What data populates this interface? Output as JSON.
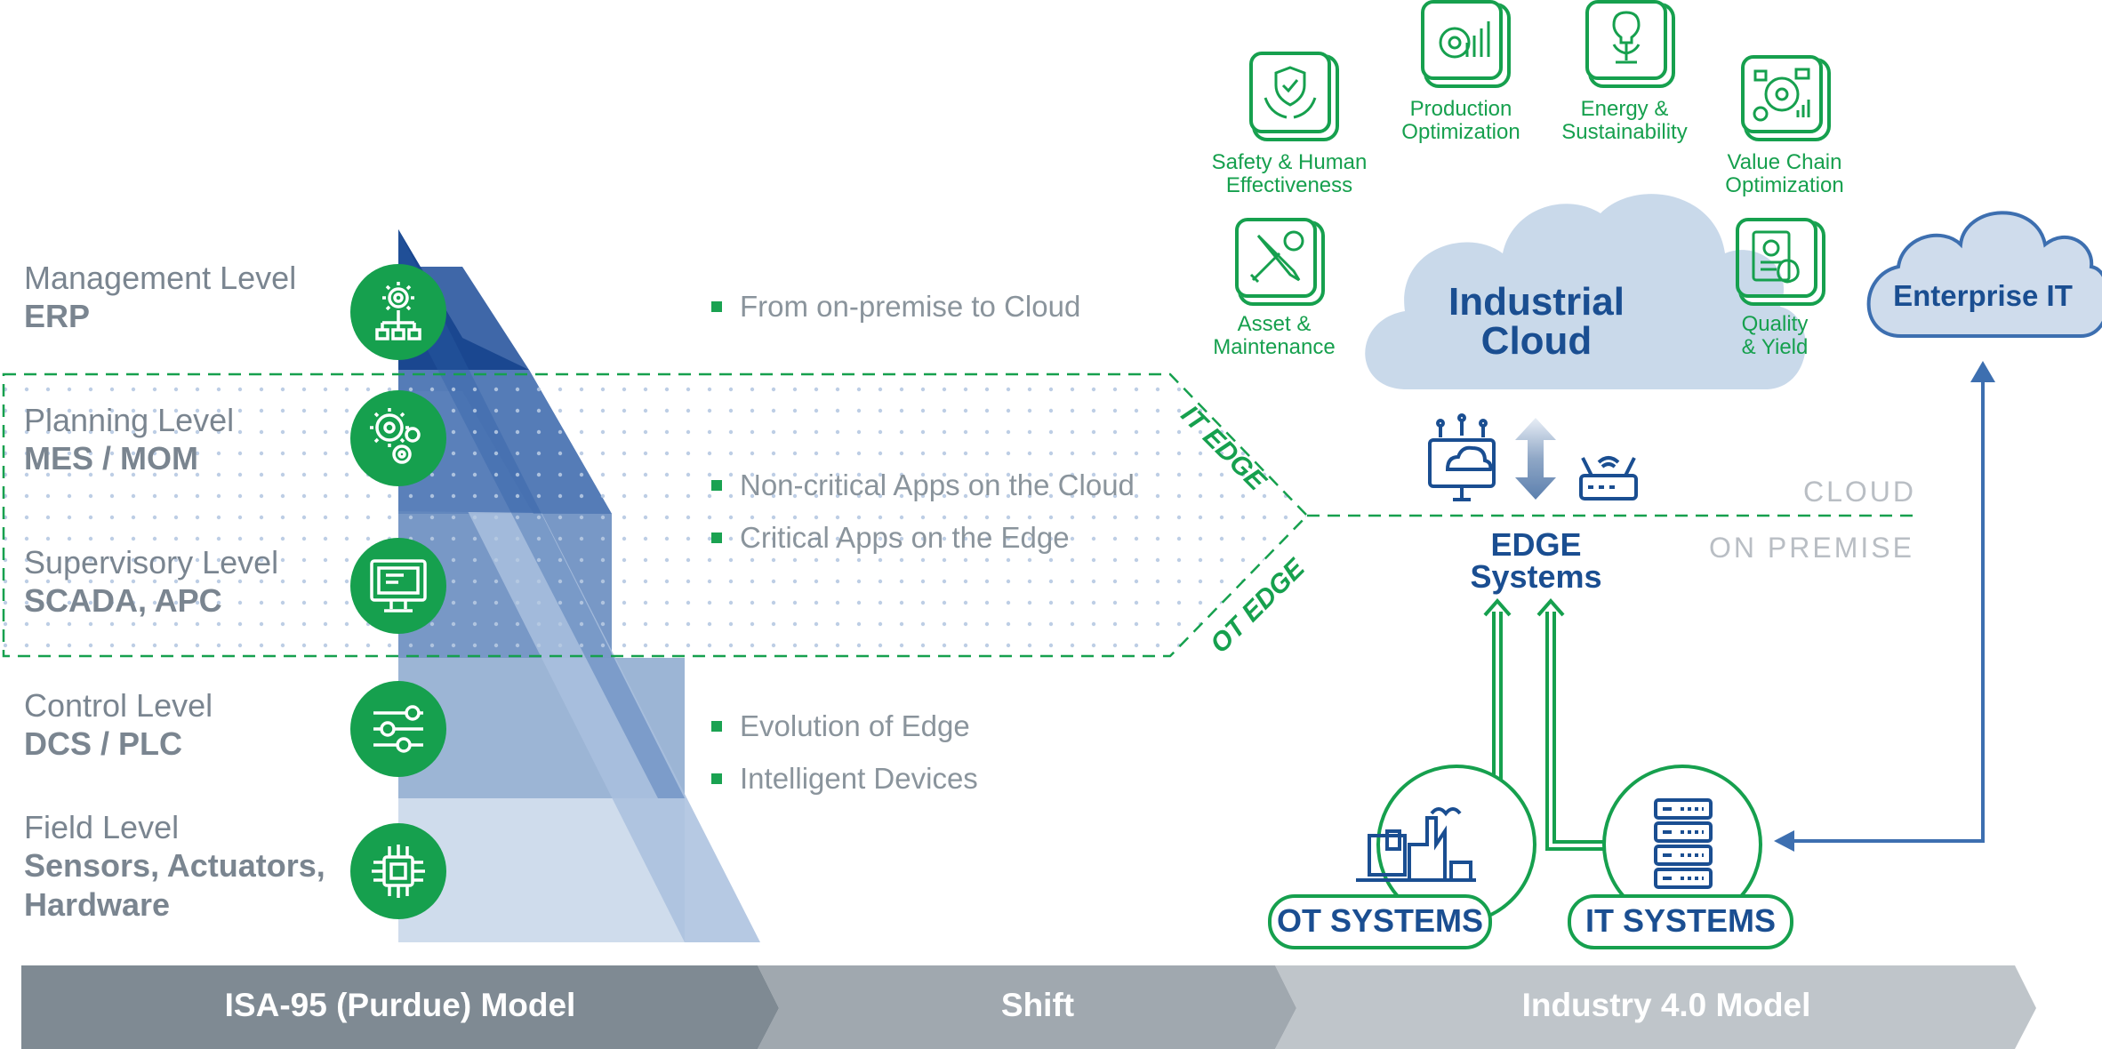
{
  "levels": [
    {
      "name": "Management Level",
      "system": "ERP",
      "icon": "org-gear-icon"
    },
    {
      "name": "Planning Level",
      "system": "MES / MOM",
      "icon": "gears-icon"
    },
    {
      "name": "Supervisory Level",
      "system": "SCADA, APC",
      "icon": "monitor-icon"
    },
    {
      "name": "Control Level",
      "system": "DCS / PLC",
      "icon": "sliders-icon"
    },
    {
      "name": "Field Level",
      "system_line1": "Sensors, Actuators,",
      "system_line2": "Hardware",
      "icon": "chip-icon"
    }
  ],
  "bullets": [
    "From on-premise to Cloud",
    "Non-critical Apps on the Cloud",
    "Critical Apps on the Edge",
    "Evolution of Edge",
    "Intelligent Devices"
  ],
  "edge_tags": {
    "it": "IT EDGE",
    "ot": "OT EDGE"
  },
  "apps": {
    "safety": {
      "line1": "Safety & Human",
      "line2": "Effectiveness",
      "icon": "shield-hands-icon"
    },
    "production": {
      "line1": "Production",
      "line2": "Optimization",
      "icon": "gear-chart-icon"
    },
    "energy": {
      "line1": "Energy &",
      "line2": "Sustainability",
      "icon": "lightbulb-plant-icon"
    },
    "value_chain": {
      "line1": "Value Chain",
      "line2": "Optimization",
      "icon": "value-chain-icon"
    },
    "asset": {
      "line1": "Asset &",
      "line2": "Maintenance",
      "icon": "wrench-screwdriver-icon"
    },
    "quality": {
      "line1": "Quality",
      "line2": "& Yield",
      "icon": "certificate-icon"
    }
  },
  "industrial_cloud": {
    "line1": "Industrial",
    "line2": "Cloud"
  },
  "enterprise_it": "Enterprise IT",
  "zones": {
    "cloud": "CLOUD",
    "on_premise": "ON PREMISE"
  },
  "edge_systems": {
    "line1": "EDGE",
    "line2": "Systems"
  },
  "ot_systems": "OT SYSTEMS",
  "it_systems": "IT SYSTEMS",
  "ribbon": [
    "ISA-95 (Purdue) Model",
    "Shift",
    "Industry 4.0 Model"
  ],
  "colors": {
    "green": "#16a04e",
    "navy": "#1a4e91",
    "cloud_fill": "#c9d9ea",
    "ribbon_dark": "#7f8a93",
    "ribbon_mid": "#a0a8af",
    "ribbon_light": "#bfc5ca"
  }
}
